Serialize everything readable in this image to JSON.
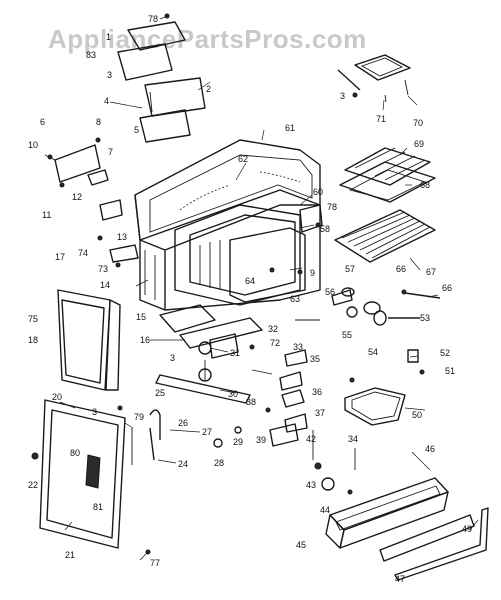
{
  "watermark": "AppliancePartsPros.com",
  "callouts": [
    "78",
    "1",
    "83",
    "3",
    "4",
    "2",
    "5",
    "6",
    "8",
    "10",
    "7",
    "12",
    "11",
    "13",
    "74",
    "73",
    "14",
    "17",
    "75",
    "18",
    "15",
    "16",
    "20",
    "3",
    "80",
    "81",
    "21",
    "22",
    "79",
    "77",
    "62",
    "61",
    "60",
    "78",
    "58",
    "64",
    "9",
    "63",
    "3",
    "31",
    "32",
    "72",
    "33",
    "35",
    "25",
    "26",
    "27",
    "29",
    "28",
    "24",
    "30",
    "38",
    "36",
    "39",
    "37",
    "34",
    "42",
    "43",
    "44",
    "45",
    "46",
    "47",
    "49",
    "69",
    "68",
    "67",
    "66",
    "66",
    "57",
    "56",
    "55",
    "53",
    "54",
    "52",
    "51",
    "50",
    "3",
    "70",
    "71"
  ]
}
